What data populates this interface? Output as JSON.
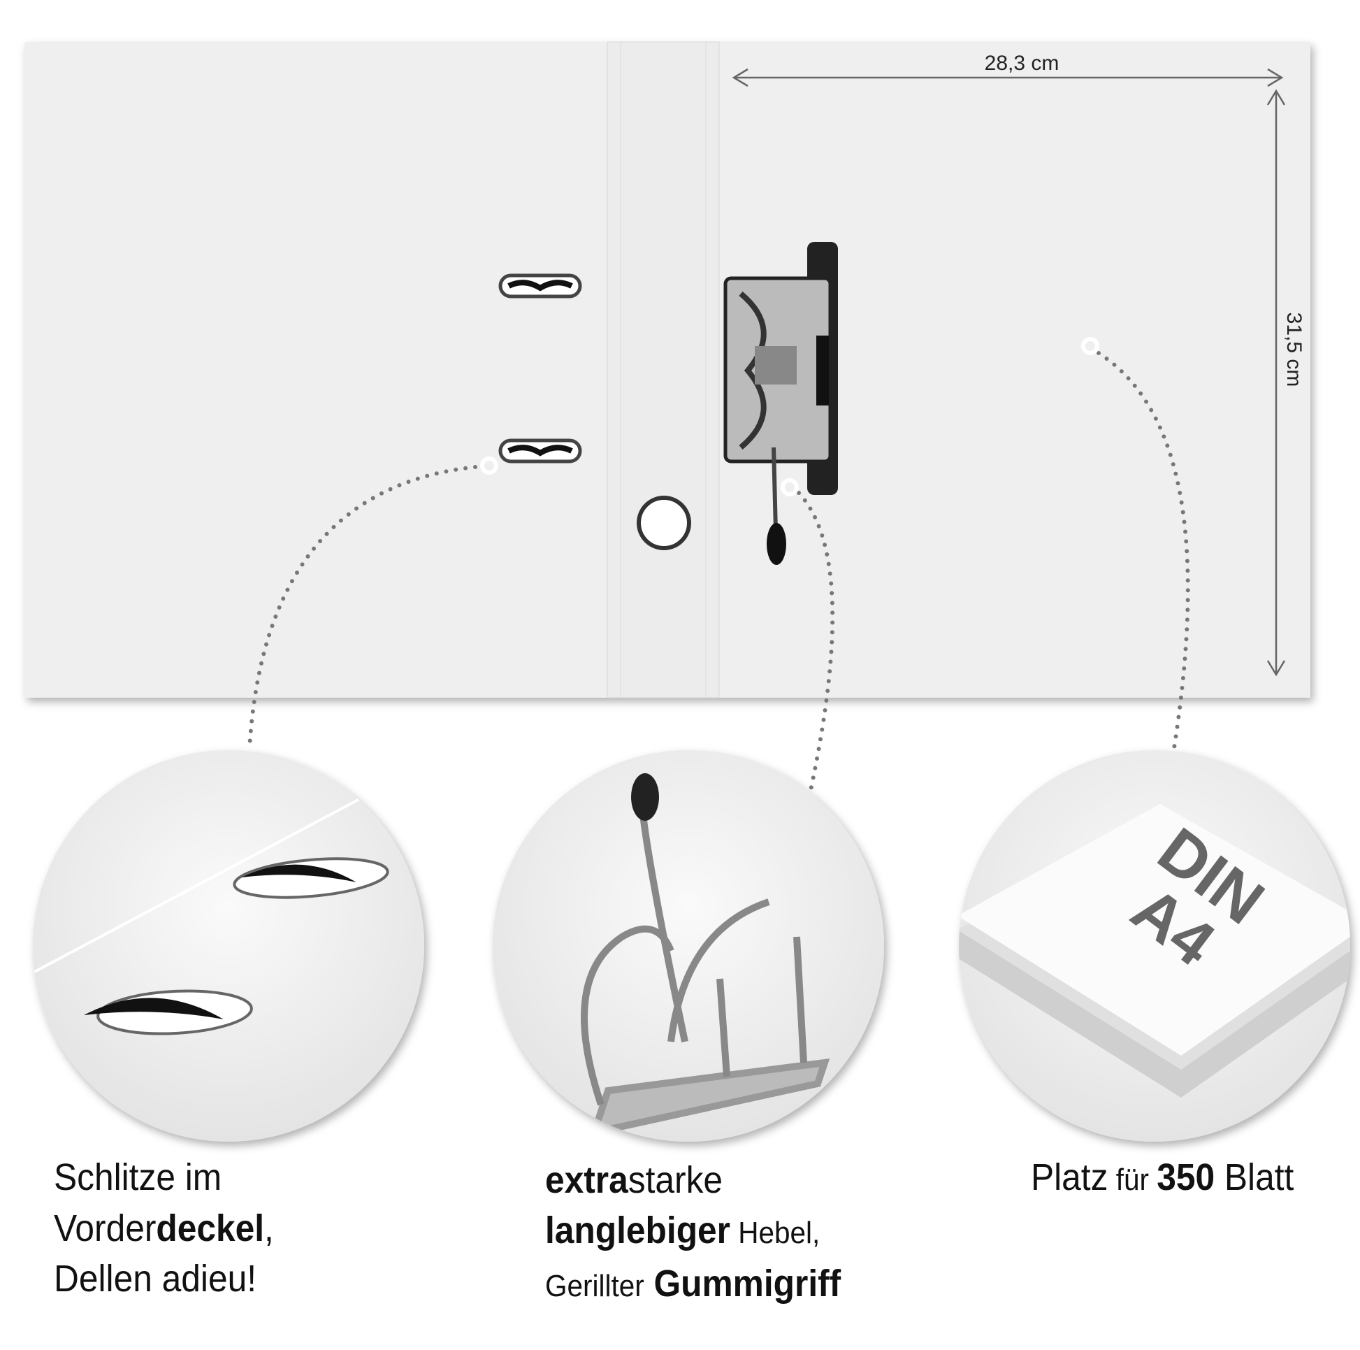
{
  "dimensions": {
    "width": "28,3 cm",
    "height": "31,5 cm"
  },
  "features": [
    {
      "id": "slots",
      "lines": [
        [
          {
            "text": "Schlitze im",
            "bold": false
          }
        ],
        [
          {
            "text": "Vorder",
            "bold": false
          },
          {
            "text": "deckel",
            "bold": true
          },
          {
            "text": ",",
            "bold": false
          }
        ],
        [
          {
            "text": "Dellen adieu!",
            "bold": false
          }
        ]
      ]
    },
    {
      "id": "lever",
      "lines": [
        [
          {
            "text": "extra",
            "bold": true
          },
          {
            "text": "starke",
            "bold": false
          }
        ],
        [
          {
            "text": "langlebiger",
            "bold": true
          },
          {
            "text": " Hebel,",
            "bold": false
          }
        ],
        [
          {
            "text": "Gerillter",
            "bold": false
          },
          {
            "text": " Gummigriff",
            "bold": true
          }
        ]
      ]
    },
    {
      "id": "capacity",
      "lines": [
        [
          {
            "text": "Platz",
            "bold": false
          },
          {
            "text": " für ",
            "bold": false
          },
          {
            "text": "350",
            "bold": true
          },
          {
            "text": " Blatt",
            "bold": false
          }
        ]
      ]
    }
  ],
  "paper_label": {
    "line1": "DIN",
    "line2": "A4"
  },
  "colors": {
    "folder": "#efefef",
    "spine": "#ececec",
    "dots": "#777777",
    "text": "#111111"
  }
}
